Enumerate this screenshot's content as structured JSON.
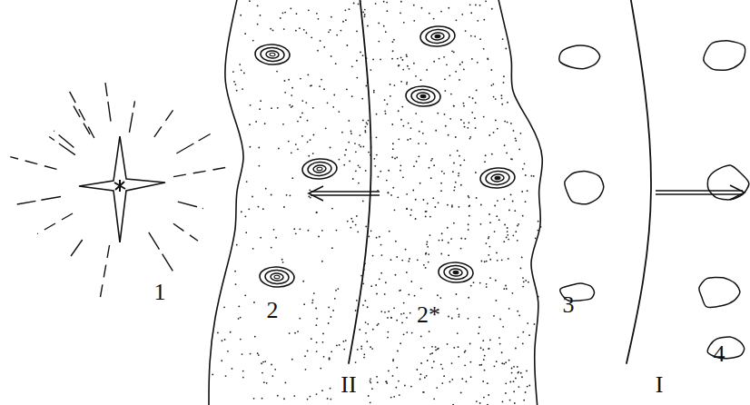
{
  "diagram": {
    "labels": [
      "1",
      "2",
      "2*",
      "3",
      "4",
      "II",
      "I"
    ]
  }
}
